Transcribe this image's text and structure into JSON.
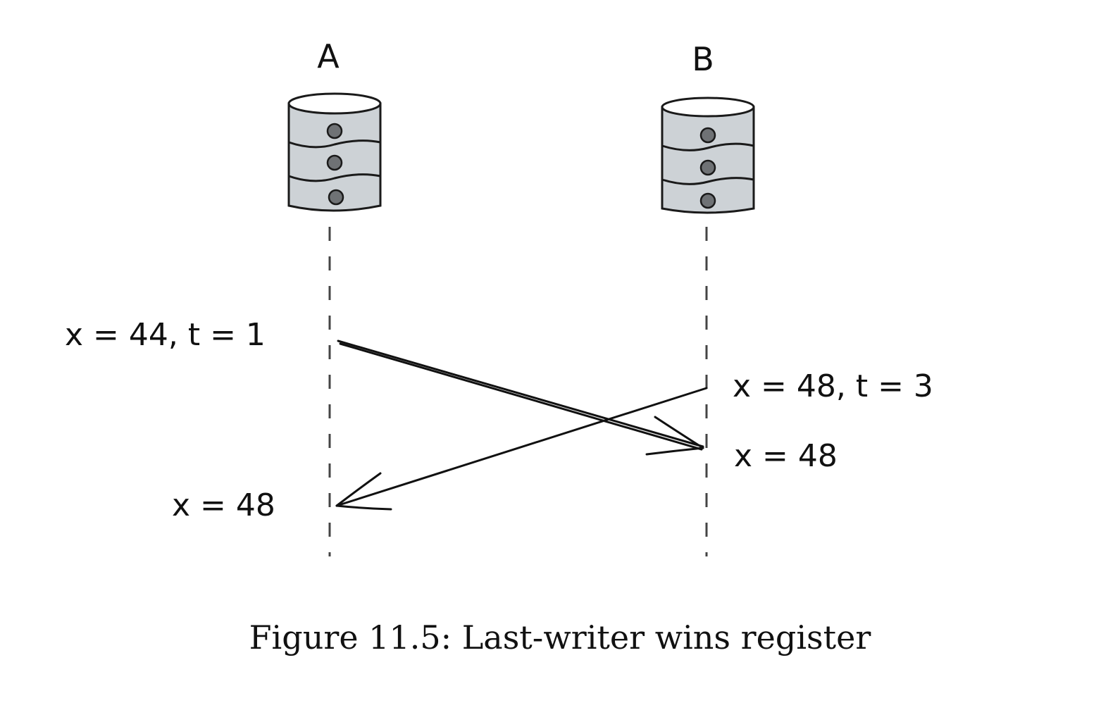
{
  "nodes": [
    {
      "id": "A",
      "label": "A"
    },
    {
      "id": "B",
      "label": "B"
    }
  ],
  "events": {
    "a_write": "x = 44, t = 1",
    "b_write": "x = 48, t = 3",
    "b_result": "x = 48",
    "a_result": "x = 48"
  },
  "caption": "Figure 11.5: Last-writer wins register",
  "colors": {
    "db_fill": "#cdd2d6",
    "db_dot": "#6f7275",
    "ink": "#111111"
  }
}
